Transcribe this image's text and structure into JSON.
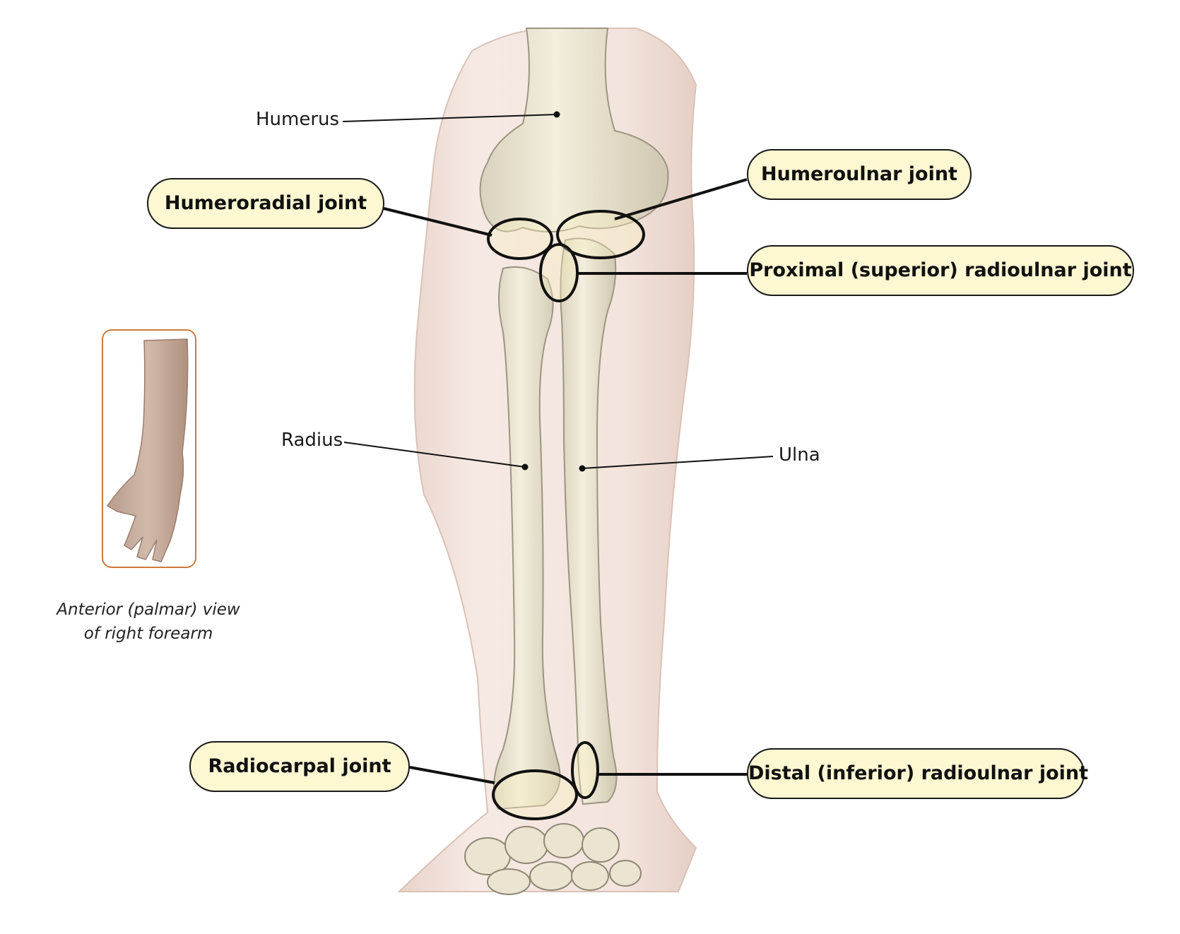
{
  "labels": {
    "humerus": "Humerus",
    "radius": "Radius",
    "ulna": "Ulna"
  },
  "joints": {
    "humeroradial": "Humeroradial joint",
    "humeroulnar": "Humeroulnar joint",
    "proximal_radioulnar": "Proximal (superior) radioulnar joint",
    "radiocarpal": "Radiocarpal joint",
    "distal_radioulnar": "Distal (inferior) radioulnar joint"
  },
  "caption": {
    "line1": "Anterior (palmar) view",
    "line2": "of right forearm"
  },
  "colors": {
    "label_fill": "#fdf7d2",
    "inset_border": "#cd7a3a",
    "skin": "#efdcd3",
    "bone": "#efe9d6"
  }
}
